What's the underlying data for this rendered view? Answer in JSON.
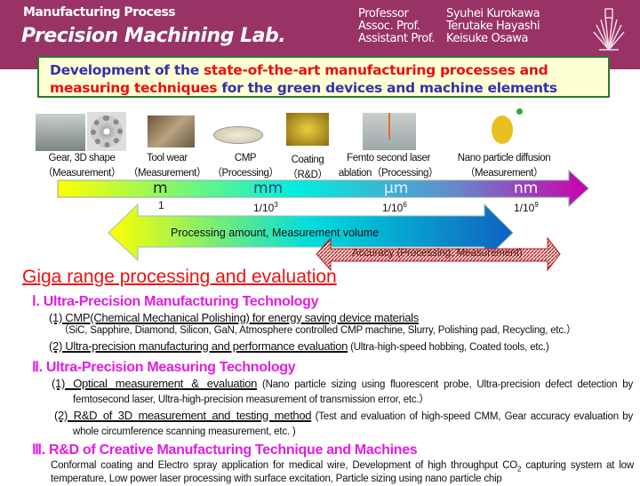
{
  "header": {
    "subtitle": "Manufacturing Process",
    "title": "Precision Machining Lab.",
    "staff": [
      {
        "role": "Professor",
        "name": "Syuhei Kurokawa"
      },
      {
        "role": "Assoc. Prof.",
        "name": "Terutake Hayashi"
      },
      {
        "role": "Assistant Prof.",
        "name": "Keisuke Osawa"
      }
    ]
  },
  "banner": {
    "p1": "Development of the ",
    "p2": "state-of-the-art manufacturing processes and",
    "p3": "measuring techniques",
    "p4": " for the green devices and machine elements"
  },
  "topics": [
    {
      "l1": "Gear, 3D shape",
      "l2": "（Measurement）"
    },
    {
      "l1": "Tool wear",
      "l2": "（Measurement）"
    },
    {
      "l1": "CMP",
      "l2": "（Processing）"
    },
    {
      "l1": "Coating",
      "l2": "（R&D）"
    },
    {
      "l1": "Femto second laser",
      "l2": "ablation（Processing）"
    },
    {
      "l1": "Nano particle diffusion",
      "l2": "（Measurement）"
    }
  ],
  "scale": [
    {
      "unit": "m",
      "frac": "1",
      "exp": ""
    },
    {
      "unit": "mm",
      "frac": "1/10",
      "exp": "3"
    },
    {
      "unit": "µm",
      "frac": "1/10",
      "exp": "6"
    },
    {
      "unit": "nm",
      "frac": "1/10",
      "exp": "9"
    }
  ],
  "arrows": {
    "volume": "Processing amount, Measurement volume",
    "accuracy": "Accuracy (Processing, Measurement)"
  },
  "giga_title": "Giga range processing and evaluation",
  "sections": {
    "s1": {
      "title": "Ⅰ.  Ultra-Precision Manufacturing Technology",
      "i1": "(1) CMP(Chemical Mechanical Polishing) for energy saving device materials",
      "i1d": "（SiC,  Sapphire, Diamond, Silicon, GaN, Atmosphere controlled CMP machine, Slurry, Polishing pad, Recycling, etc.）",
      "i2": "(2) Ultra-precision manufacturing and performance evaluation",
      "i2d": " (Ultra-high-speed hobbing, Coated tools, etc.)"
    },
    "s2": {
      "title": "Ⅱ. Ultra-Precision Measuring Technology",
      "i1": "(1) Optical measurement & evaluation",
      "i1d": " (Nano particle sizing using fluorescent probe, Ultra-precision defect detection by  femtosecond laser, Ultra-high-precision measurement of transmission error, etc.）",
      "i2": "(2) R&D of 3D measurement and testing method",
      "i2d": " (Test and evaluation of high-speed CMM, Gear accuracy evaluation by whole circumference scanning measurement, etc. )"
    },
    "s3": {
      "title": "Ⅲ. R&D of Creative Manufacturing Technique and Machines",
      "d1": "Conformal coating and Electro spray application for medical wire, Development of high  throughput CO",
      "d_sub": "2",
      "d2": " capturing system at low temperature, Low power laser processing with surface excitation, Particle sizing using nano particle chip"
    }
  }
}
